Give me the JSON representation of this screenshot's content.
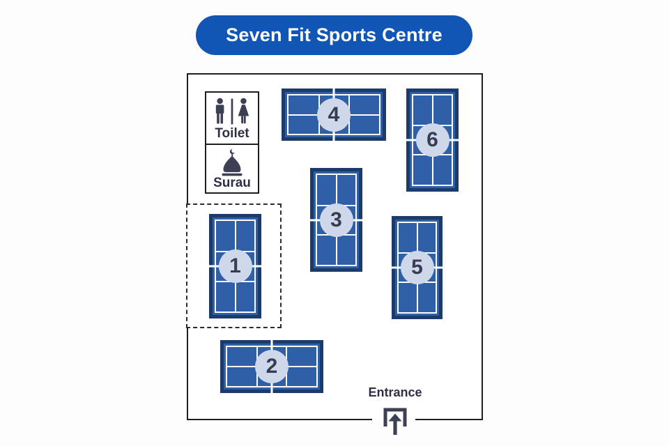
{
  "title": "Seven Fit Sports Centre",
  "facilities": {
    "toilet": {
      "label": "Toilet",
      "icon": "male-female-restroom-icon"
    },
    "surau": {
      "label": "Surau",
      "icon": "mosque-dome-crescent-icon"
    }
  },
  "entrance": {
    "label": "Entrance",
    "icon": "arrow-up-through-door-icon"
  },
  "courts": [
    {
      "number": "1",
      "orientation": "vertical",
      "highlighted_by_dashed_zone": true
    },
    {
      "number": "2",
      "orientation": "horizontal"
    },
    {
      "number": "3",
      "orientation": "vertical"
    },
    {
      "number": "4",
      "orientation": "horizontal"
    },
    {
      "number": "5",
      "orientation": "vertical"
    },
    {
      "number": "6",
      "orientation": "vertical"
    }
  ],
  "colors": {
    "banner_blue": "#1155b5",
    "banner_text": "#ffffff",
    "court_frame_navy": "#1b3b6d",
    "court_fill_blue": "#2f5fa7",
    "court_line_white": "#ffffff",
    "court_badge_circle": "#cfd8eb",
    "number_text": "#373c54",
    "icon_dark": "#3d4055",
    "plan_outline": "#1e1e1e"
  }
}
